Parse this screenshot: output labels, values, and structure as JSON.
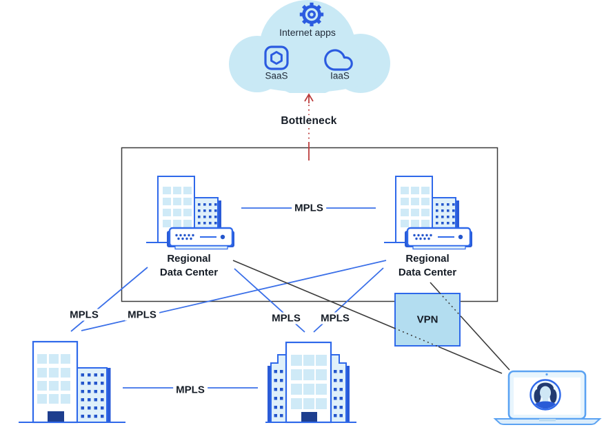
{
  "cloud": {
    "title": "Internet apps",
    "top_icon": "gear-icon",
    "services": [
      {
        "name": "SaaS",
        "icon": "hexagon-app-icon"
      },
      {
        "name": "IaaS",
        "icon": "cloud-icon"
      }
    ]
  },
  "bottleneck": {
    "label": "Bottleneck"
  },
  "network": {
    "mpls_label": "MPLS",
    "vpn_label": "VPN"
  },
  "data_centers": {
    "left": {
      "label_line1": "Regional",
      "label_line2": "Data Center"
    },
    "right": {
      "label_line1": "Regional",
      "label_line2": "Data Center"
    }
  },
  "endpoints": {
    "branch_left": "office-building",
    "branch_center": "office-building",
    "remote_user": "laptop-with-user"
  },
  "colors": {
    "cloud_fill": "#c9e9f5",
    "vpn_fill": "#b3ddf0",
    "icon_blue": "#2b5be0",
    "building_stroke_blue": "#2e68ea",
    "link_blue": "#3a6fe8",
    "dark_line": "#3a3a3a",
    "bottleneck_red": "#bb3d3d",
    "window_light_blue": "#cfeaf7",
    "wing_fill": "#dff0fa",
    "dot_blue": "#2456cc",
    "navy_door": "#1e3e8e",
    "text_dark": "#151c26"
  }
}
